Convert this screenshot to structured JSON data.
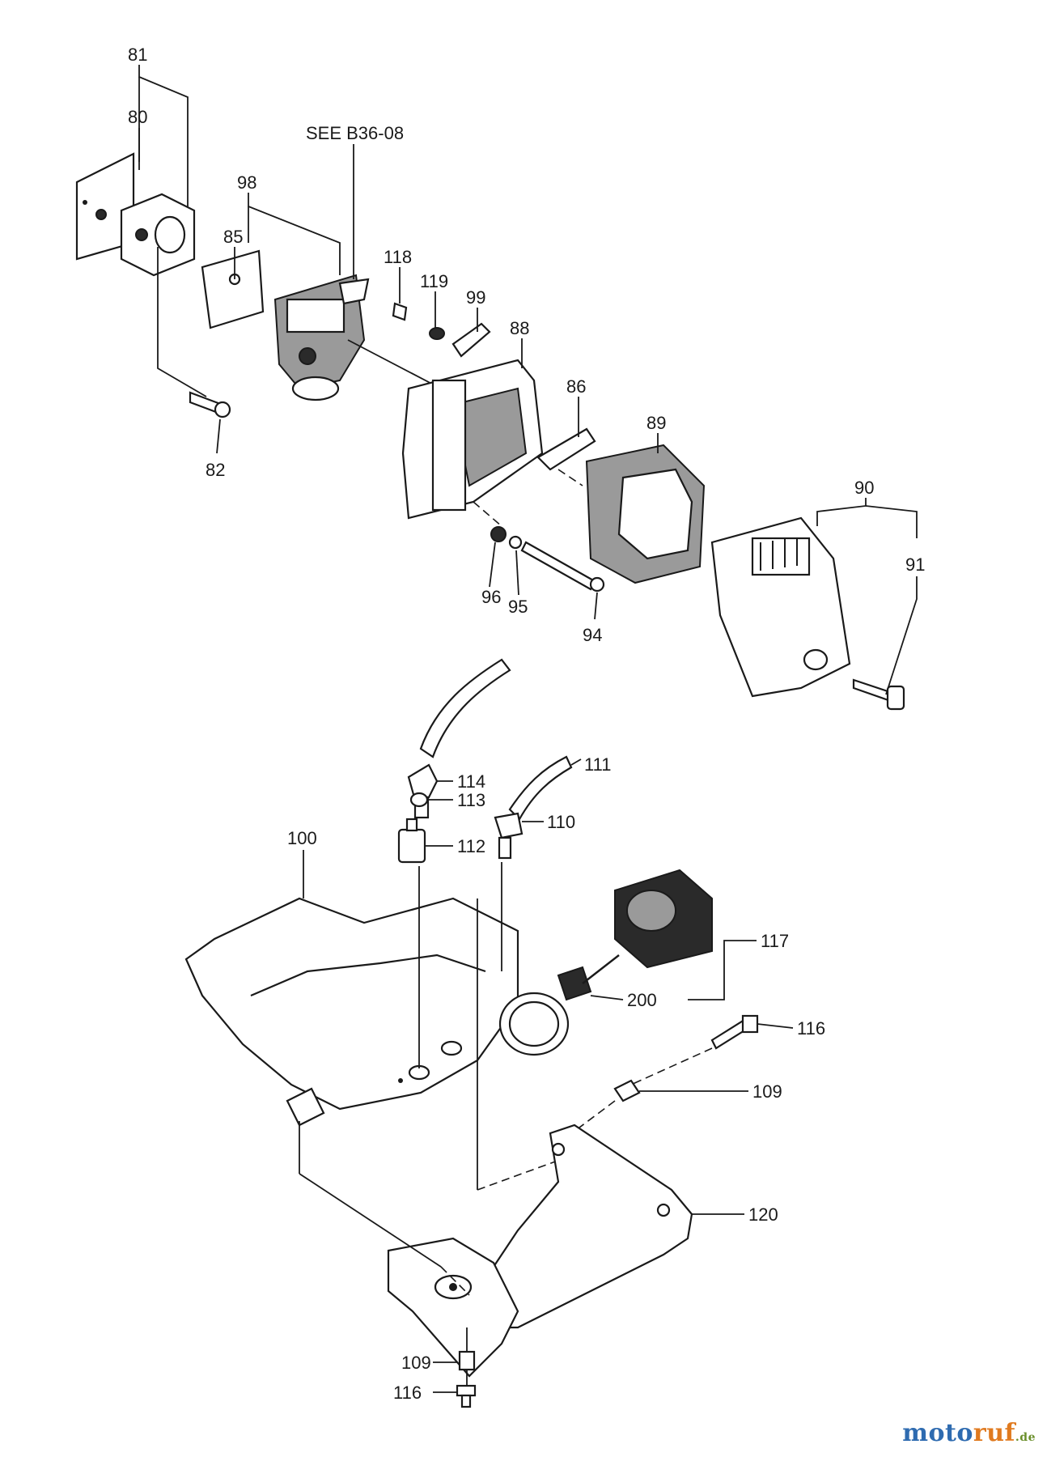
{
  "diagram": {
    "reference_note": "SEE B36-08",
    "callouts": {
      "c80": "80",
      "c81": "81",
      "c82": "82",
      "c85": "85",
      "c86": "86",
      "c88": "88",
      "c89": "89",
      "c90": "90",
      "c91": "91",
      "c94": "94",
      "c95": "95",
      "c96": "96",
      "c98": "98",
      "c99": "99",
      "c100": "100",
      "c109a": "109",
      "c109b": "109",
      "c110": "110",
      "c111": "111",
      "c112": "112",
      "c113": "113",
      "c114": "114",
      "c116a": "116",
      "c116b": "116",
      "c117": "117",
      "c118": "118",
      "c119": "119",
      "c120": "120",
      "c200": "200"
    }
  },
  "watermark": {
    "part1": "moto",
    "part2": "ruf",
    "part3": ".de"
  }
}
